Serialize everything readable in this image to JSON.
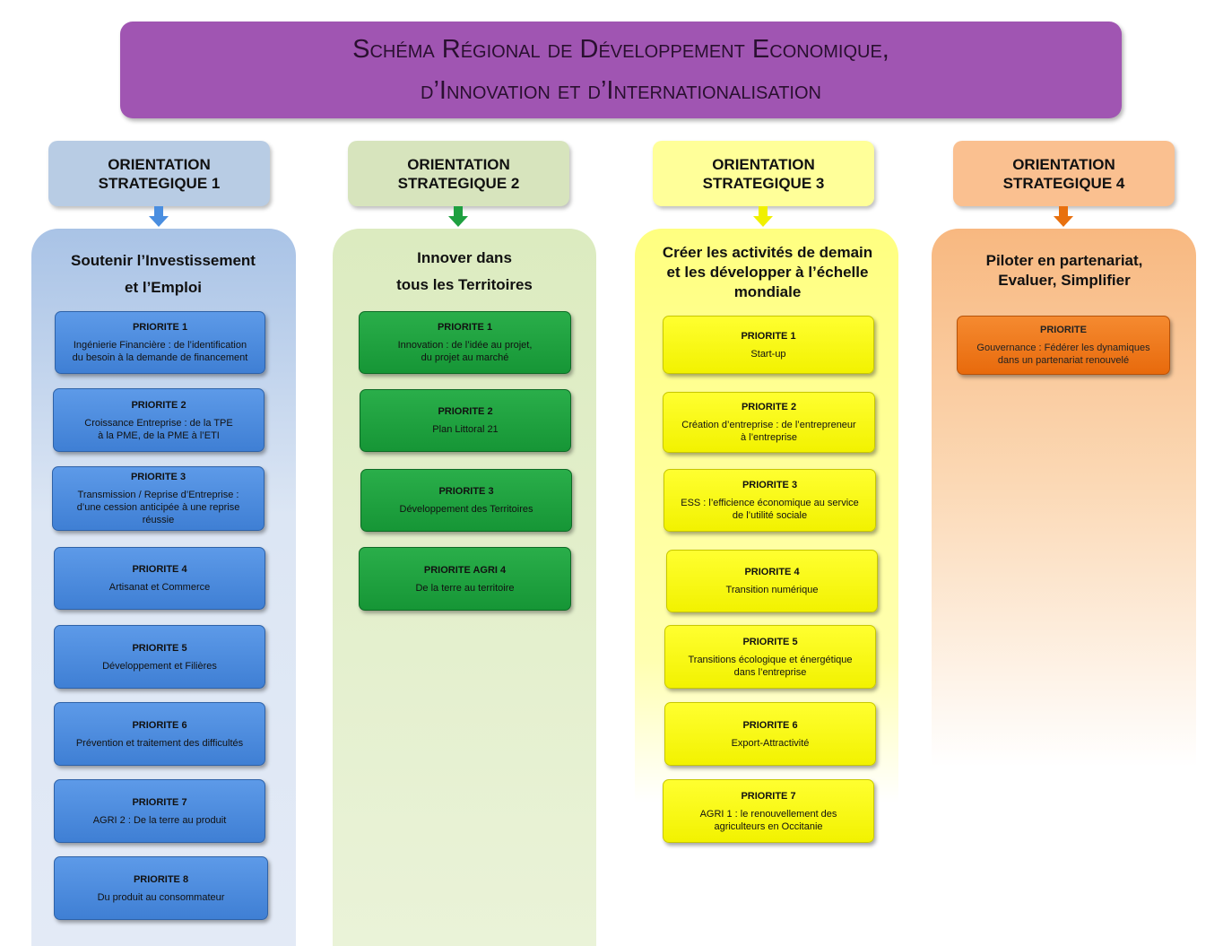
{
  "title": {
    "line1": "Schéma Régional de Développement Economique,",
    "line2": "d’Innovation et d’Internationalisation"
  },
  "colors": {
    "title": "#a055b2",
    "blue": "#4a8ee0",
    "green": "#1ea040",
    "yellow": "#ffff00",
    "orange": "#ef7a1a"
  },
  "orientations": [
    {
      "header1": "ORIENTATION",
      "header2": "STRATEGIQUE 1",
      "title": [
        "Soutenir l’Investissement",
        "et l’Emploi"
      ],
      "priorities": [
        {
          "label": "PRIORITE  1",
          "text": [
            "Ingénierie Financière : de l’identification",
            "du besoin à la demande de financement"
          ]
        },
        {
          "label": "PRIORITE  2",
          "text": [
            "Croissance Entreprise : de la TPE",
            "à la PME, de la PME à l’ETI"
          ]
        },
        {
          "label": "PRIORITE  3",
          "text": [
            "Transmission / Reprise d’Entreprise :",
            "d’une cession anticipée à une reprise",
            "réussie"
          ]
        },
        {
          "label": "PRIORITE  4",
          "text": [
            "Artisanat et Commerce"
          ]
        },
        {
          "label": "PRIORITE  5",
          "text": [
            "Développement  et Filières"
          ]
        },
        {
          "label": "PRIORITE  6",
          "text": [
            "Prévention et traitement  des difficultés"
          ]
        },
        {
          "label": "PRIORITE  7",
          "text": [
            "AGRI 2 : De la terre au produit"
          ]
        },
        {
          "label": "PRIORITE  8",
          "text": [
            "Du produit au consommateur"
          ]
        }
      ]
    },
    {
      "header1": "ORIENTATION",
      "header2": "STRATEGIQUE 2",
      "title": [
        "Innover dans",
        "tous  les Territoires"
      ],
      "priorities": [
        {
          "label": "PRIORITE  1",
          "text": [
            "Innovation : de l’idée au projet,",
            "du projet au marché"
          ]
        },
        {
          "label": "PRIORITE  2",
          "text": [
            "Plan Littoral 21"
          ]
        },
        {
          "label": "PRIORITE  3",
          "text": [
            "Développement  des Territoires"
          ]
        },
        {
          "label": "PRIORITE  AGRI 4",
          "text": [
            "De la terre au territoire"
          ]
        }
      ]
    },
    {
      "header1": "ORIENTATION",
      "header2": "STRATEGIQUE 3",
      "title": [
        "Créer les activités de demain",
        "et les développer à l’échelle",
        "mondiale"
      ],
      "priorities": [
        {
          "label": "PRIORITE  1",
          "text": [
            "Start-up"
          ]
        },
        {
          "label": "PRIORITE  2",
          "text": [
            "Création d’entreprise  : de  l’entrepreneur",
            "à l’entreprise"
          ]
        },
        {
          "label": "PRIORITE  3",
          "text": [
            "ESS : l’efficience économique au service",
            "de  l’utilité sociale"
          ]
        },
        {
          "label": "PRIORITE  4",
          "text": [
            "Transition numérique"
          ]
        },
        {
          "label": "PRIORITE  5",
          "text": [
            "Transitions écologique et énergétique",
            "dans l’entreprise"
          ]
        },
        {
          "label": "PRIORITE  6",
          "text": [
            "Export-Attractivité"
          ]
        },
        {
          "label": "PRIORITE  7",
          "text": [
            "AGRI 1 :  le renouvellement  des",
            "agriculteurs en Occitanie"
          ]
        }
      ]
    },
    {
      "header1": "ORIENTATION",
      "header2": "STRATEGIQUE 4",
      "title": [
        "Piloter en partenariat,",
        "Evaluer, Simplifier"
      ],
      "priorities": [
        {
          "label": "PRIORITE",
          "text": [
            "Gouvernance :  Fédérer  les dynamiques",
            "dans un partenariat renouvelé"
          ]
        }
      ]
    }
  ]
}
